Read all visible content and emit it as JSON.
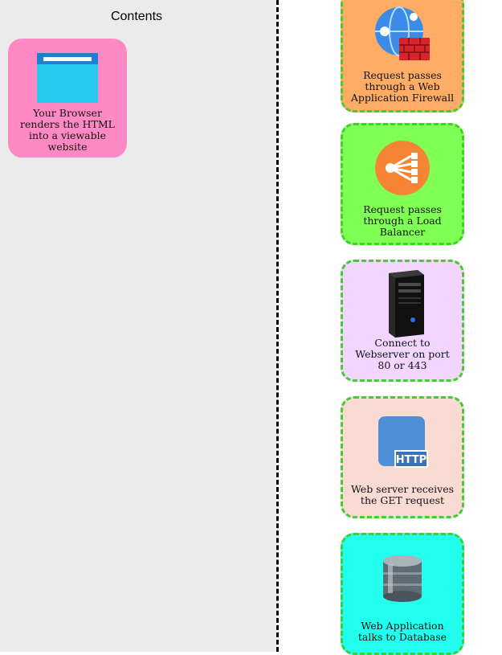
{
  "left_panel": {
    "title": "Contents",
    "browser_card": {
      "label": "Your Browser renders the HTML into a viewable website",
      "icon": "browser-window-icon",
      "color": "#ff8ac3"
    }
  },
  "flow": [
    {
      "label": "Request passes through a Web Application Firewall",
      "icon": "web-firewall-icon",
      "color": "#ffad66"
    },
    {
      "label": "Request passes through a Load Balancer",
      "icon": "load-balancer-icon",
      "color": "#80ff55"
    },
    {
      "label": "Connect to Webserver on port 80 or 443",
      "icon": "server-tower-icon",
      "color": "#f2d6ff"
    },
    {
      "label": "Web server receives the GET request",
      "icon": "http-file-icon",
      "color": "#fadbd3"
    },
    {
      "label": "Web Application talks to Database",
      "icon": "database-icon",
      "color": "#22ffee"
    }
  ],
  "colors": {
    "panel_background": "#ebebeb",
    "card_border": "#44cc33",
    "divider": "#000000"
  }
}
